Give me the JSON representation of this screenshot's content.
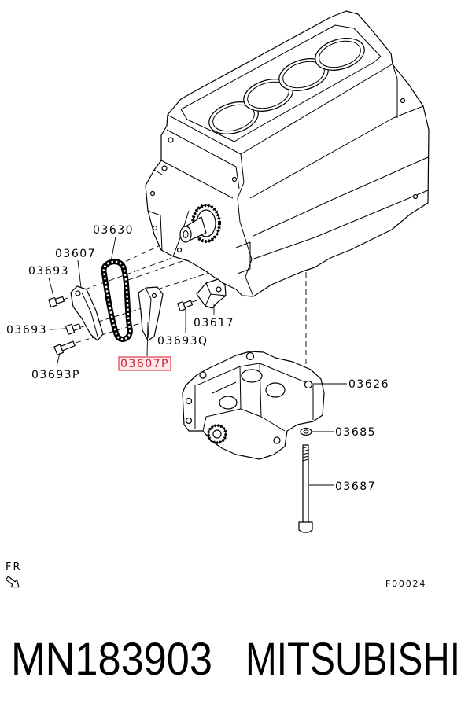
{
  "callouts": [
    {
      "label": "03630",
      "highlighted": false
    },
    {
      "label": "03607",
      "highlighted": false
    },
    {
      "label": "03693",
      "highlighted": false
    },
    {
      "label": "03693",
      "highlighted": false
    },
    {
      "label": "03693P",
      "highlighted": false
    },
    {
      "label": "03607P",
      "highlighted": true
    },
    {
      "label": "03617",
      "highlighted": false
    },
    {
      "label": "03693Q",
      "highlighted": false
    },
    {
      "label": "03626",
      "highlighted": false
    },
    {
      "label": "03685",
      "highlighted": false
    },
    {
      "label": "03687",
      "highlighted": false
    }
  ],
  "direction_marker": {
    "label": "FR",
    "icon": "front-direction-arrow-icon"
  },
  "figure_code": "F00024",
  "caption": {
    "part_number": "MN183903",
    "brand": "MITSUBISHI"
  },
  "colors": {
    "line": "#000000",
    "background": "#ffffff",
    "highlight_border": "#e03c46",
    "highlight_fill": "#fde9eb",
    "highlight_text": "#c8202e"
  }
}
